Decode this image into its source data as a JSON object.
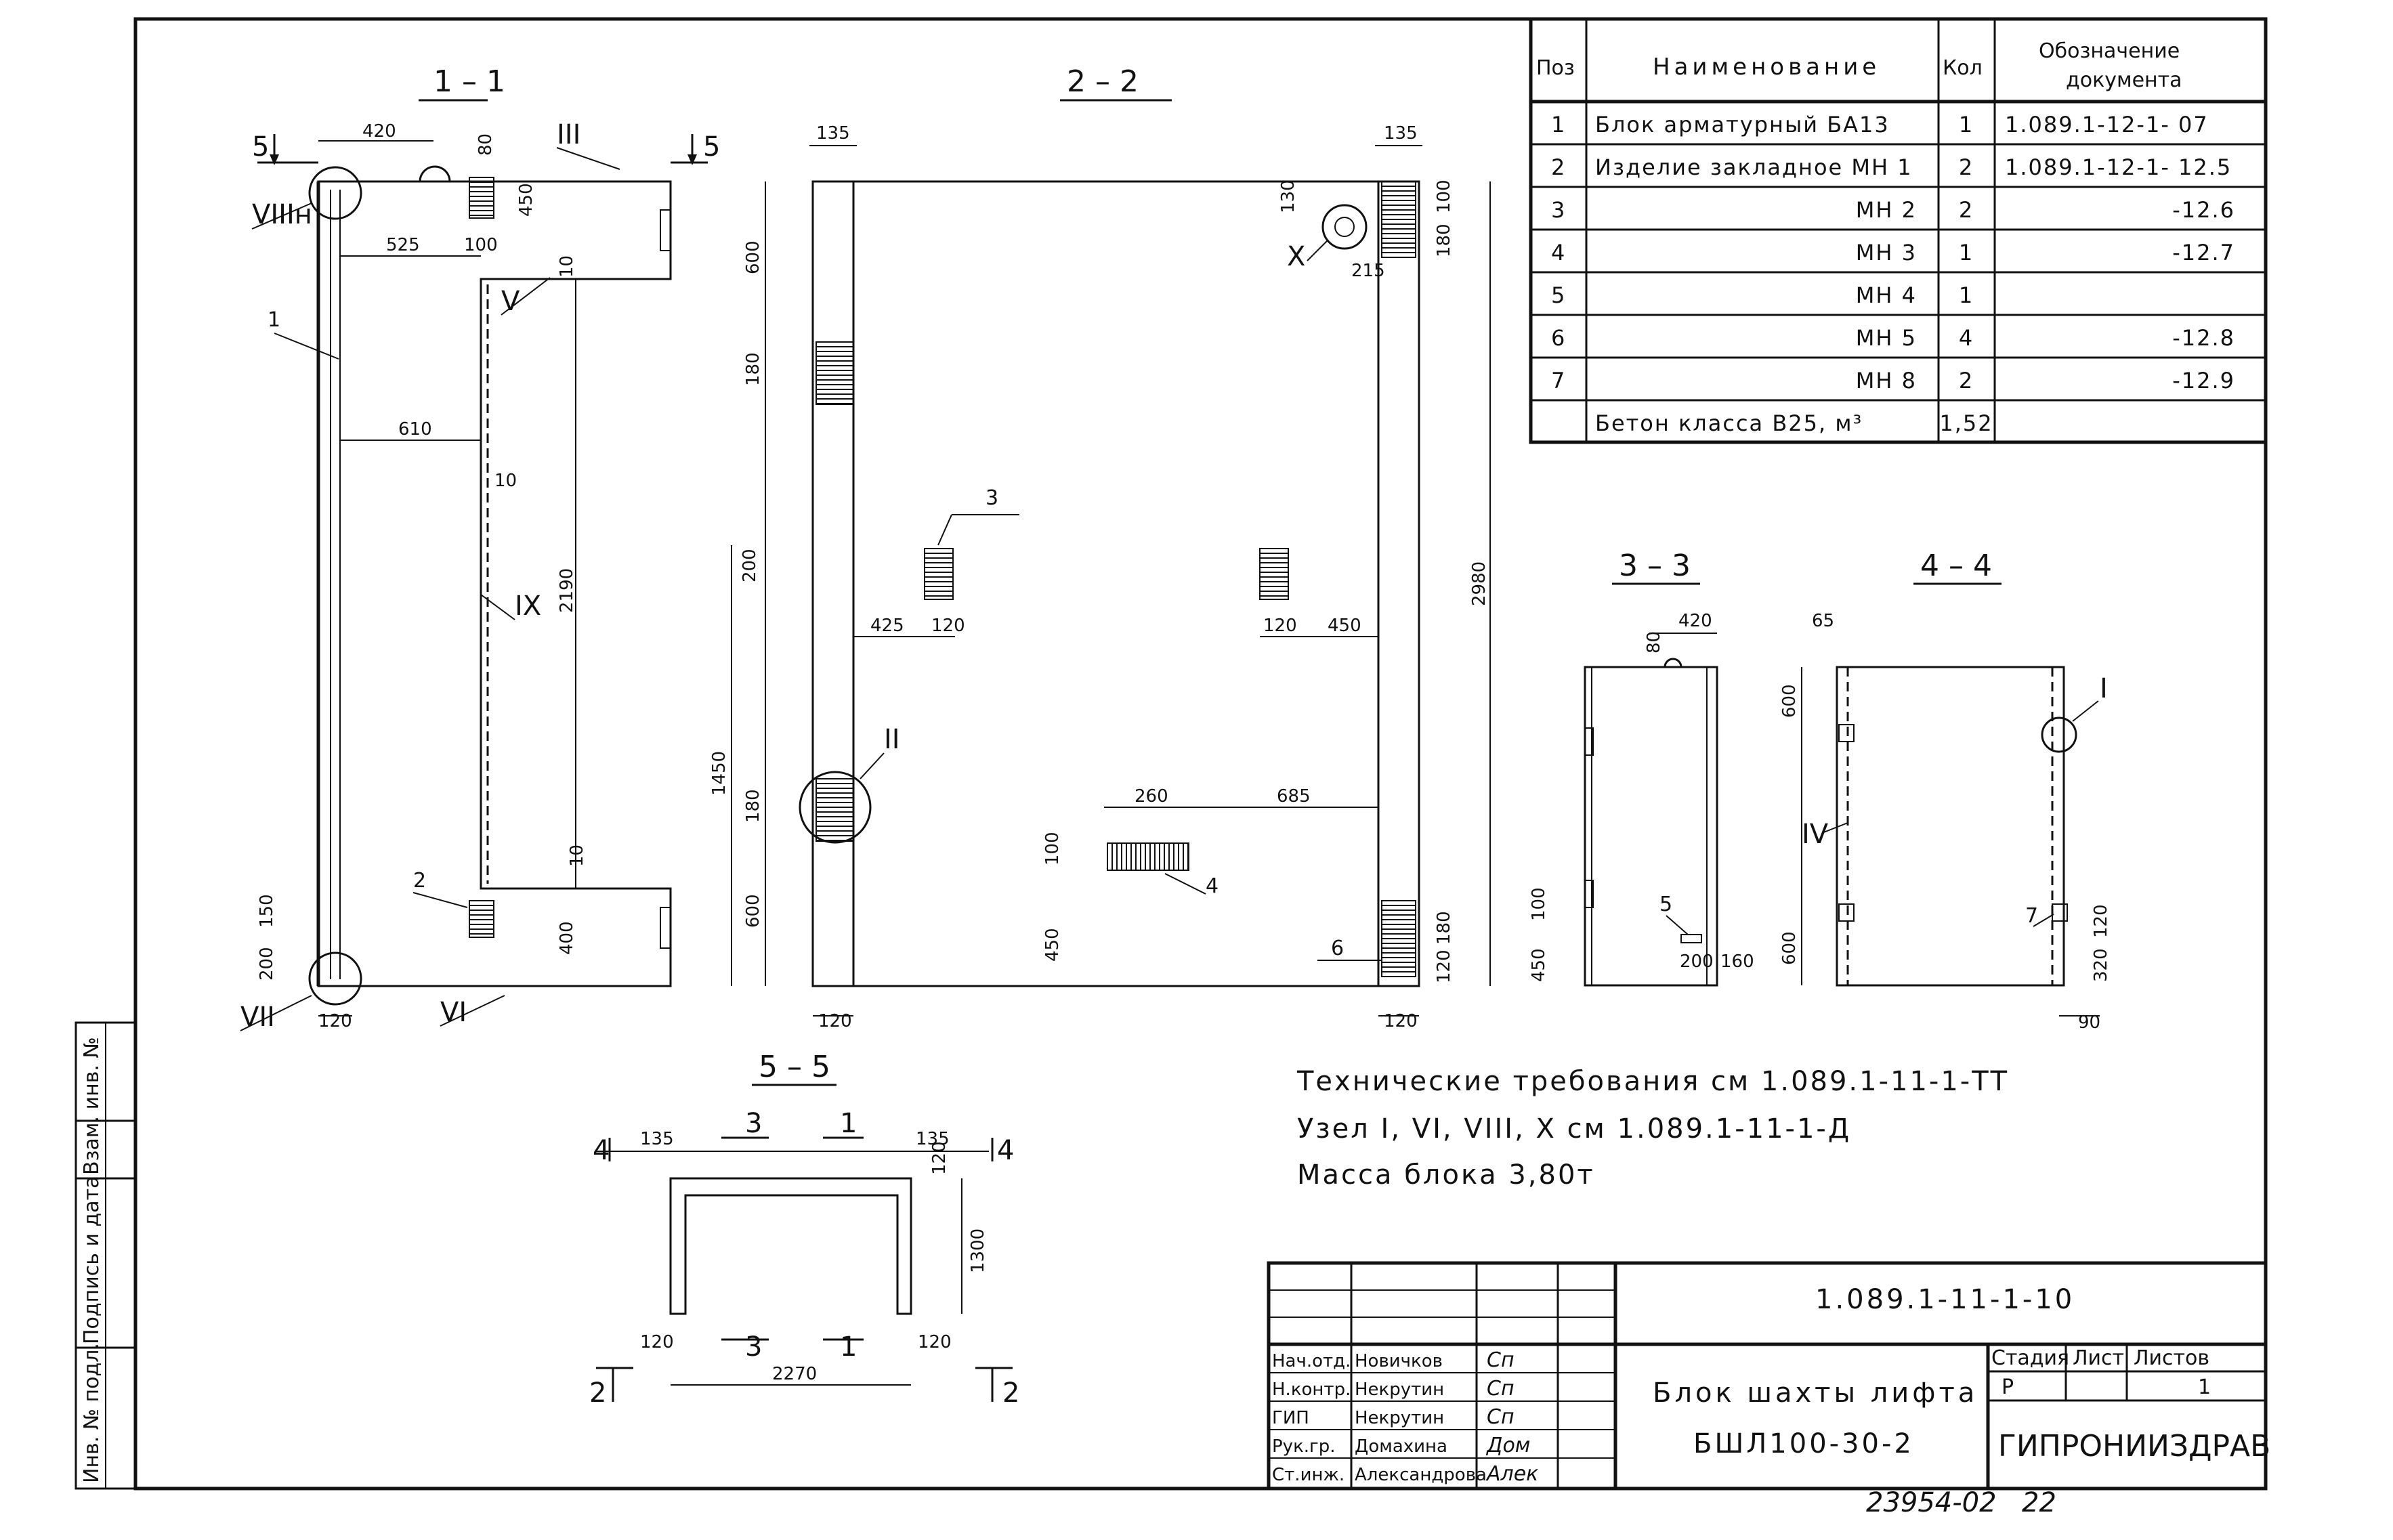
{
  "sections": {
    "s1": "1 – 1",
    "s2": "2 – 2",
    "s3": "3 – 3",
    "s4": "4 – 4",
    "s5": "5 – 5"
  },
  "cut_marks": {
    "five": "5",
    "four": "4",
    "two": "2",
    "three": "3",
    "one": "1"
  },
  "nodes": {
    "I": "I",
    "II": "II",
    "III": "III",
    "IV": "IV",
    "V": "V",
    "VI": "VI",
    "VII": "VII",
    "VIIIn": "VIIIн",
    "IX": "IX",
    "X": "X"
  },
  "dims_s1": {
    "d420": "420",
    "d80": "80",
    "d450": "450",
    "d525": "525",
    "d100": "100",
    "d10a": "10",
    "d610": "610",
    "d10b": "10",
    "d2190": "2190",
    "d10c": "10",
    "d150": "150",
    "d200": "200",
    "d400": "400",
    "d120": "120"
  },
  "dims_s2": {
    "d135a": "135",
    "d135b": "135",
    "d600a": "600",
    "d180a": "180",
    "d200": "200",
    "d1450": "1450",
    "d180b": "180",
    "d600b": "600",
    "d425": "425",
    "d120a": "120",
    "d120b": "120",
    "d450a": "450",
    "d130": "130",
    "d100a": "100",
    "d180c": "180",
    "d215": "215",
    "d2980": "2980",
    "d260": "260",
    "d685": "685",
    "d100b": "100",
    "d450b": "450",
    "d180d": "180",
    "d120c": "120",
    "d120d": "120",
    "d120e": "120"
  },
  "dims_s3": {
    "d80": "80",
    "d420": "420",
    "d100": "100",
    "d450": "450",
    "d200": "200",
    "d160": "160"
  },
  "dims_s4": {
    "d65": "65",
    "d600a": "600",
    "d600b": "600",
    "d120": "120",
    "d320": "320",
    "d90": "90"
  },
  "dims_s5": {
    "d135a": "135",
    "d135b": "135",
    "d120a": "120",
    "d1300": "1300",
    "d120b": "120",
    "d120c": "120",
    "d2270": "2270"
  },
  "leaders": {
    "l1": "1",
    "l2": "2",
    "l3": "3",
    "l4": "4",
    "l5": "5",
    "l6": "6",
    "l7": "7"
  },
  "spec_table": {
    "headers": {
      "pos": "Поз",
      "name": "Наименование",
      "qty": "Кол",
      "doc_a": "Обозначение",
      "doc_b": "документа"
    },
    "rows": [
      {
        "pos": "1",
        "name": "Блок арматурный БА13",
        "qty": "1",
        "doc": "1.089.1-12-1- 07"
      },
      {
        "pos": "2",
        "name": "Изделие закладное МН 1",
        "qty": "2",
        "doc": "1.089.1-12-1- 12.5"
      },
      {
        "pos": "3",
        "name": "МН 2",
        "qty": "2",
        "doc": "-12.6"
      },
      {
        "pos": "4",
        "name": "МН 3",
        "qty": "1",
        "doc": "-12.7"
      },
      {
        "pos": "5",
        "name": "МН 4",
        "qty": "1",
        "doc": ""
      },
      {
        "pos": "6",
        "name": "МН 5",
        "qty": "4",
        "doc": "-12.8"
      },
      {
        "pos": "7",
        "name": "МН 8",
        "qty": "2",
        "doc": "-12.9"
      },
      {
        "pos": "",
        "name": "Бетон класса В25, м³",
        "qty": "1,52",
        "doc": ""
      }
    ]
  },
  "notes": {
    "line1": "Технические требования см 1.089.1-11-1-ТТ",
    "line2": "Узел I, VI, VIII, X см 1.089.1-11-1-Д",
    "line3": "Масса блока 3,80т"
  },
  "title_block": {
    "code": "1.089.1-11-1-10",
    "title1": "Блок шахты лифта",
    "title2": "БШЛ100-30-2",
    "stage_hdr": "Стадия",
    "sheet_hdr": "Лист",
    "sheets_hdr": "Листов",
    "stage": "Р",
    "sheets": "1",
    "org": "ГИПРОНИИЗДРАВ",
    "staff": [
      {
        "role": "Нач.отд.",
        "name": "Новичков",
        "sign": "Сп"
      },
      {
        "role": "Н.контр.",
        "name": "Некрутин",
        "sign": "Сп"
      },
      {
        "role": "ГИП",
        "name": "Некрутин",
        "sign": "Сп"
      },
      {
        "role": "Рук.гр.",
        "name": "Домахина",
        "sign": "Дом"
      },
      {
        "role": "Ст.инж.",
        "name": "Александрова",
        "sign": "Алек"
      }
    ]
  },
  "side_stamp": {
    "inv_podl": "Инв. № подл.",
    "podpis": "Подпись и дата",
    "vzam": "Взам. инв. №"
  },
  "footer": {
    "archive": "23954-02",
    "page": "22"
  }
}
